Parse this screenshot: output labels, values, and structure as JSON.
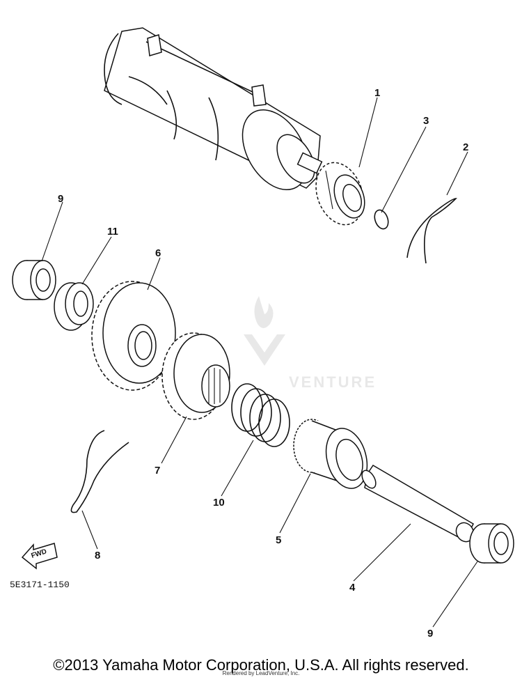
{
  "diagram": {
    "part_code": "5E3171-1150",
    "fwd_label": "FWD",
    "callouts": [
      {
        "id": "c1a",
        "text": "1"
      },
      {
        "id": "c2a",
        "text": "2"
      },
      {
        "id": "c3a",
        "text": "3"
      },
      {
        "id": "c4a",
        "text": "4"
      },
      {
        "id": "c5a",
        "text": "5"
      },
      {
        "id": "c6a",
        "text": "6"
      },
      {
        "id": "c7a",
        "text": "7"
      },
      {
        "id": "c8a",
        "text": "8"
      },
      {
        "id": "c9a",
        "text": "9"
      },
      {
        "id": "c9b",
        "text": "9"
      },
      {
        "id": "c10a",
        "text": "10"
      },
      {
        "id": "c11a",
        "text": "11"
      }
    ]
  },
  "watermark": {
    "text": "VENTURE",
    "color": "#d9d9d9"
  },
  "footer": {
    "copyright": "©2013 Yamaha Motor Corporation, U.S.A. All rights reserved.",
    "rendered_by": "Rendered by LeadVenture, Inc."
  }
}
